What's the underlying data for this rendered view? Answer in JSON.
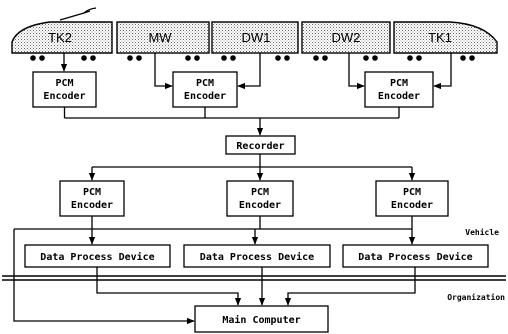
{
  "cars": [
    "TK2",
    "MW",
    "DW1",
    "DW2",
    "TK1"
  ],
  "top_encoders": [
    "PCM\nEncoder",
    "PCM\nEncoder",
    "PCM\nEncoder"
  ],
  "recorder": "Recorder",
  "mid_encoders": [
    "PCM\nEncoder",
    "PCM\nEncoder",
    "PCM\nEncoder"
  ],
  "devices": [
    "Data Process Device",
    "Data Process Device",
    "Data Process Device"
  ],
  "labels": {
    "vehicle": "Vehicle",
    "organization": "Organization"
  },
  "main_computer": "Main Computer"
}
